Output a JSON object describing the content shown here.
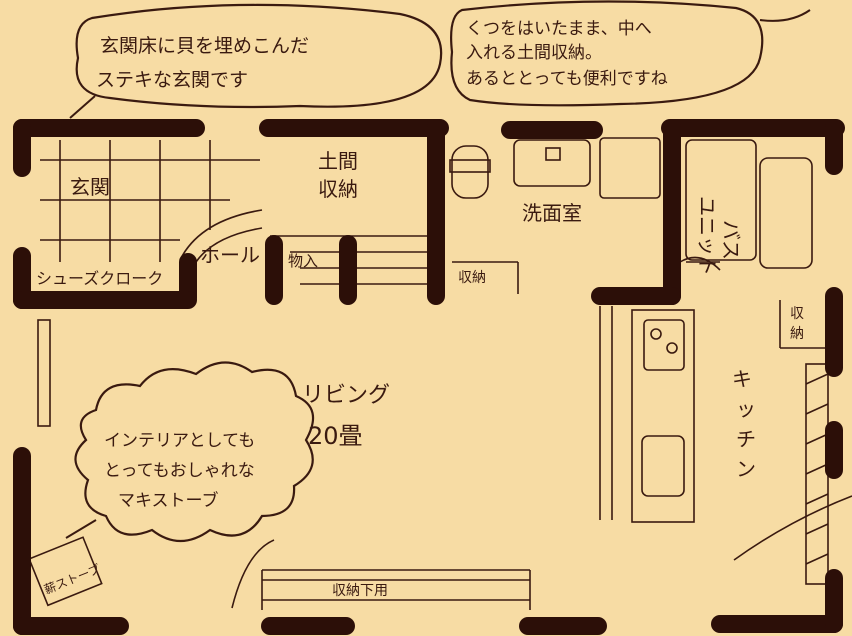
{
  "notes": {
    "entrance_note": [
      "玄関床に貝を埋めこんだ",
      "ステキな玄関です"
    ],
    "storage_note": [
      "くつをはいたまま、中へ",
      "入れる土間収納。",
      "あるととっても便利ですね"
    ],
    "stove_note": [
      "インテリアとしても",
      "とってもおしゃれな",
      "マキストーブ"
    ]
  },
  "rooms": {
    "entrance": "玄関",
    "doma_storage": [
      "土間",
      "収納"
    ],
    "shoe_cloak": "シューズクローク",
    "hall": "ホール",
    "closet": "物入",
    "washroom": "洗面室",
    "wash_storage": "収納",
    "unit_bath": [
      "ユニット",
      "バス"
    ],
    "kitchen_storage": [
      "収",
      "納"
    ],
    "kitchen": [
      "キ",
      "ッ",
      "チ",
      "ン"
    ],
    "living": "リビング",
    "living_size": "20畳",
    "bottom_storage": "収納下用",
    "stove": "薪ストーブ"
  },
  "colors": {
    "background": "#f7dca4",
    "wall": "#2c0f08",
    "ink": "#3a1a10"
  }
}
